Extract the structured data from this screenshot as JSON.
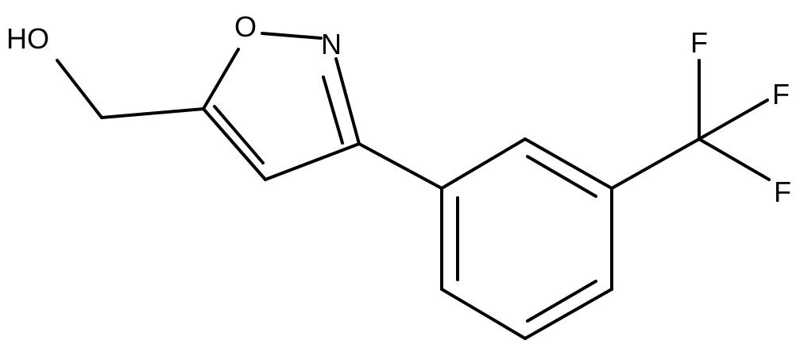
{
  "molecule": {
    "atoms": {
      "hydroxyl": "HO",
      "ring_oxygen": "O",
      "ring_nitrogen": "N",
      "fluorine_top": "F",
      "fluorine_right": "F",
      "fluorine_bottom": "F"
    }
  },
  "colors": {
    "bond": "#000000",
    "label": "#000000",
    "background": "#ffffff"
  }
}
